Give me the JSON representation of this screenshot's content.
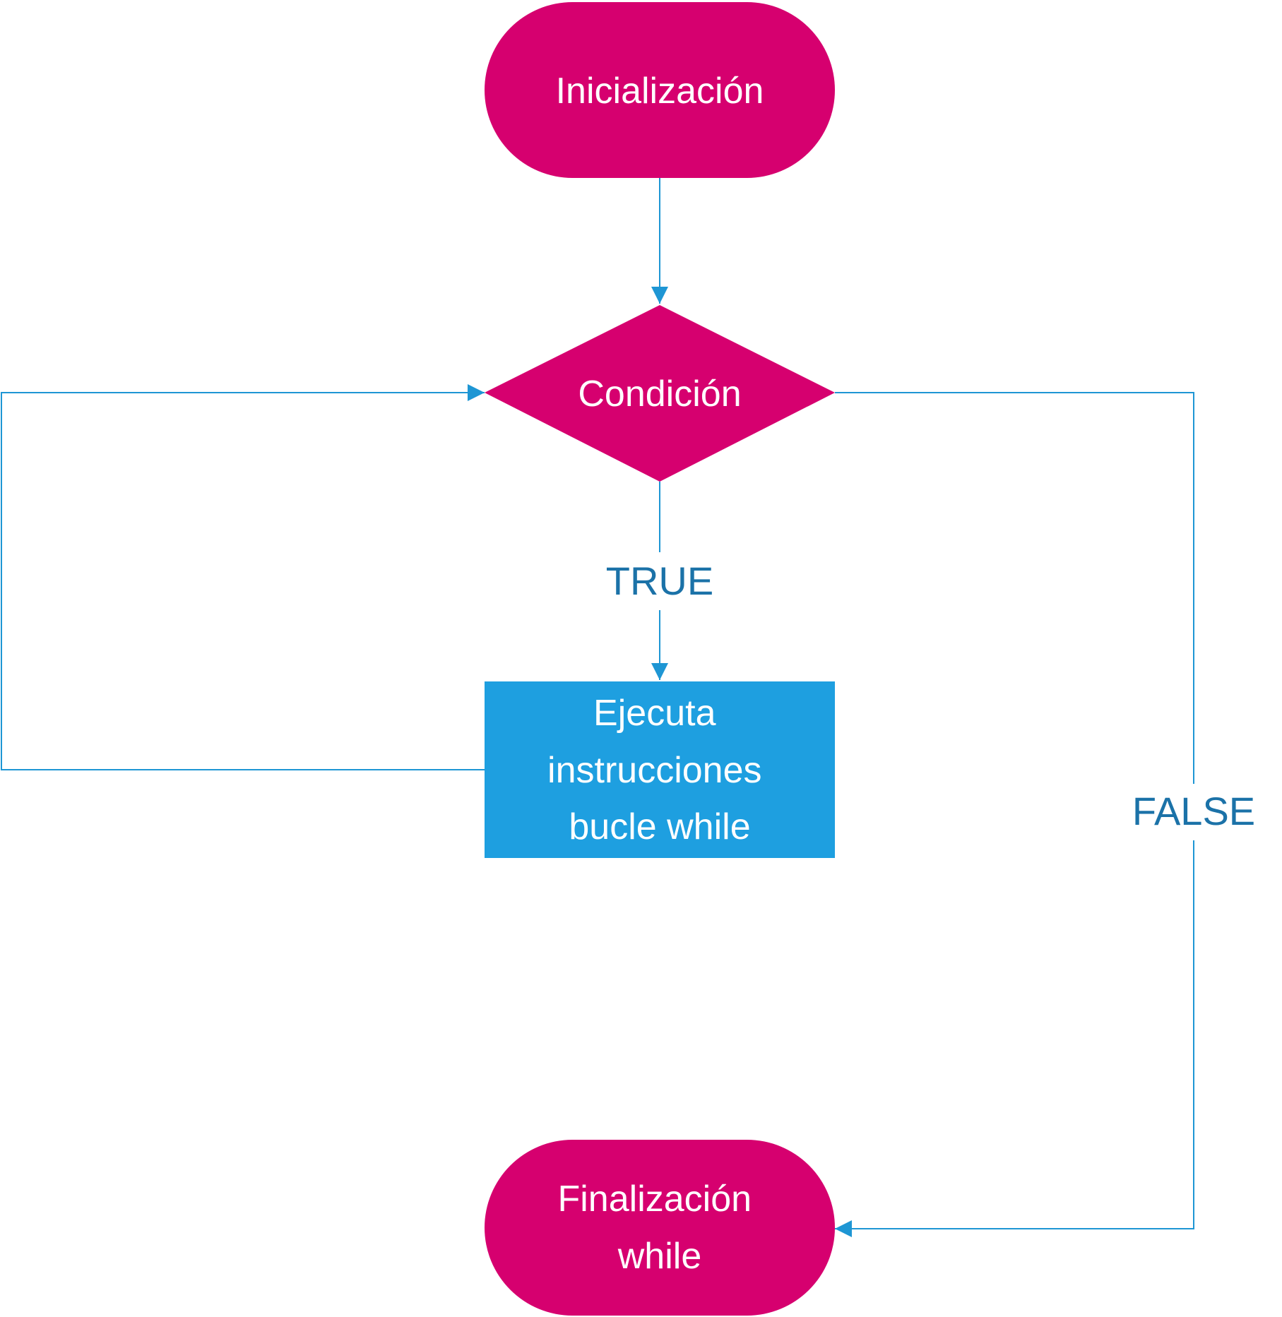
{
  "colors": {
    "terminal_fill": "#d6006f",
    "decision_fill": "#d6006f",
    "process_fill": "#1e9fe0",
    "connector": "#1e96d4",
    "edge_label": "#1b72a8",
    "node_text": "#ffffff"
  },
  "nodes": {
    "start": {
      "label": "Inicialización"
    },
    "condition": {
      "label": "Condición"
    },
    "process": {
      "label_lines": [
        "Ejecuta",
        "instrucciones",
        "bucle while"
      ]
    },
    "end": {
      "label_lines": [
        "Finalización",
        "while"
      ]
    }
  },
  "edges": {
    "true_label": "TRUE",
    "false_label": "FALSE"
  }
}
